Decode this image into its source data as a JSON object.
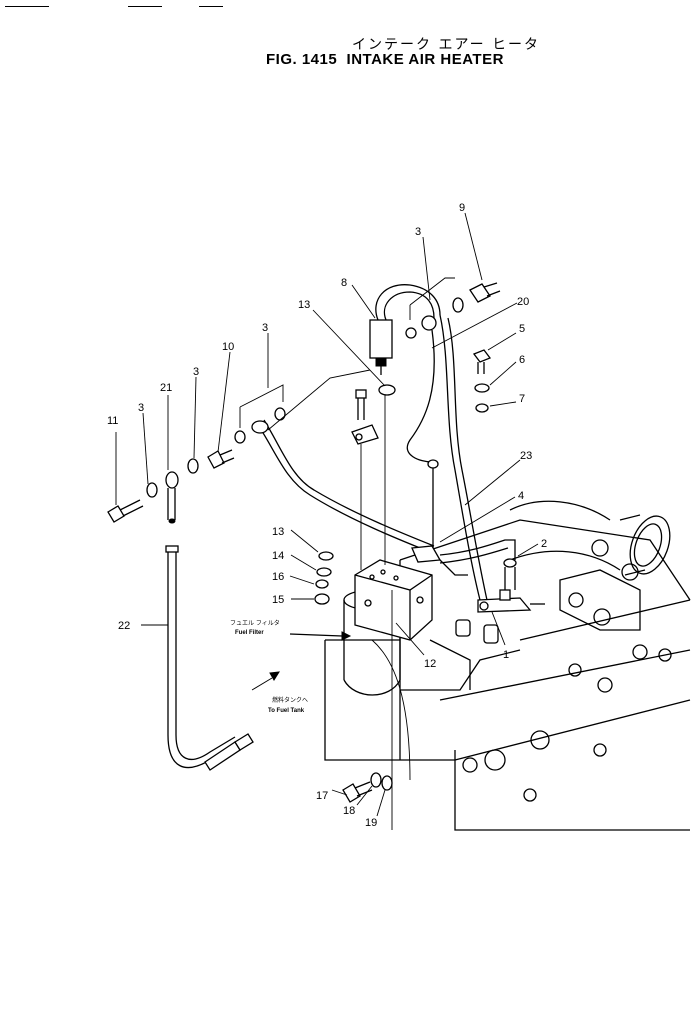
{
  "header": {
    "title_jp": "インテーク エアー ヒータ",
    "fig_label": "FIG. 1415",
    "title_en": "INTAKE AIR HEATER"
  },
  "callouts": {
    "c1": "1",
    "c2": "2",
    "c3a": "3",
    "c3b": "3",
    "c3c": "3",
    "c3d": "3",
    "c4": "4",
    "c5": "5",
    "c6": "6",
    "c7": "7",
    "c8": "8",
    "c9": "9",
    "c10": "10",
    "c11": "11",
    "c12": "12",
    "c13a": "13",
    "c13b": "13",
    "c14": "14",
    "c15": "15",
    "c16": "16",
    "c17": "17",
    "c18": "18",
    "c19": "19",
    "c20": "20",
    "c21": "21",
    "c22": "22",
    "c23": "23"
  },
  "annotations": {
    "fuel_filter_jp": "フュエル フィルタ",
    "fuel_filter_en": "Fuel Filter",
    "fuel_tank_jp": "燃料タンクへ",
    "fuel_tank_en": "To Fuel Tank"
  }
}
